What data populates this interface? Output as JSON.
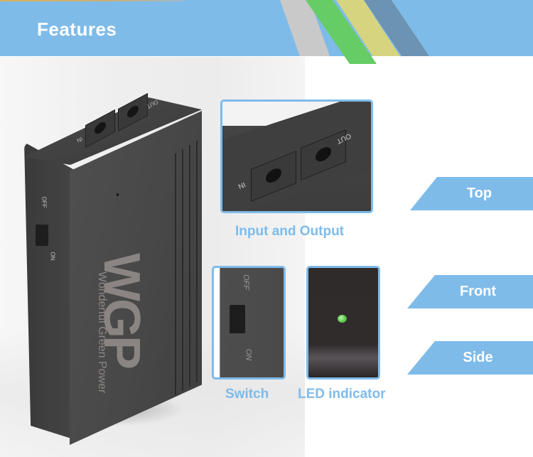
{
  "banner": {
    "title": "Features",
    "background_color": "#7fbbe9",
    "stripe_colors": [
      "#c9c9c9",
      "#66cc66",
      "#d6d47f",
      "#6d93b2"
    ]
  },
  "product": {
    "brand_logo": "WGP",
    "brand_tagline": "Wonderful Green Power",
    "port_labels": {
      "in": "IN",
      "out": "OUT"
    },
    "switch_labels": {
      "off": "OFF",
      "on": "ON"
    }
  },
  "details": [
    {
      "caption": "Input and Output",
      "port_in": "IN",
      "port_out": "OUT"
    },
    {
      "caption": "Switch",
      "off": "OFF",
      "on": "ON"
    },
    {
      "caption": "LED indicator",
      "led_color": "#5ccb4e"
    }
  ],
  "views": [
    {
      "label": "Top"
    },
    {
      "label": "Front"
    },
    {
      "label": "Side"
    }
  ],
  "accent_color": "#7fbbe9"
}
